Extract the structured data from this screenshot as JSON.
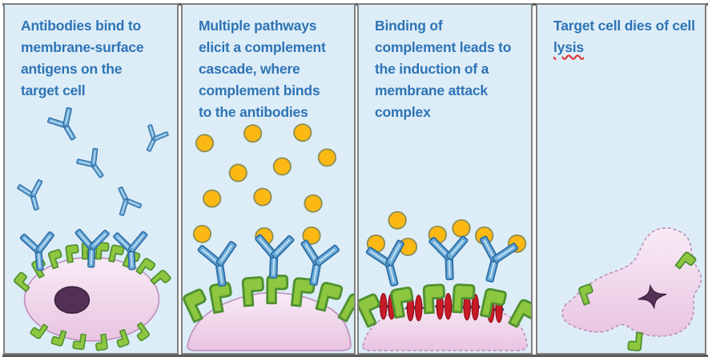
{
  "figure": {
    "name": "complement-dependent-cytotoxicity-diagram",
    "panels": [
      {
        "name": "antibody-binding",
        "caption": "Antibodies bind to\nmembrane-surface\nantigens on the\ntarget cell",
        "elements": {
          "antibodies_floating": 5,
          "antibodies_bound": 3,
          "antigens": 16,
          "target_cell": 1,
          "nucleus": 1
        }
      },
      {
        "name": "complement-cascade",
        "caption": "Multiple pathways\nelicit a complement\ncascade, where\ncomplement binds\nto the antibodies",
        "elements": {
          "complement_molecules": 12,
          "antibodies_bound": 3,
          "antigens": 7,
          "target_cell": 1
        }
      },
      {
        "name": "membrane-attack-complex",
        "caption": "Binding of\ncomplement leads to\nthe induction of a\nmembrane attack\ncomplex",
        "elements": {
          "complement_molecules": 7,
          "antibodies_bound": 3,
          "antigens": 6,
          "membrane_attack_complexes": 5,
          "target_cell": 1
        }
      },
      {
        "name": "cell-lysis",
        "caption": "Target cell dies of cell",
        "caption_underlined_word": "lysis",
        "elements": {
          "lysed_cell": 1,
          "condensed_nucleus": 1,
          "antigens": 3
        }
      }
    ],
    "colors": {
      "panel_bg": "#ddedf8",
      "panel_border": "#7f7f7f",
      "frame_line": "#5a5a5a",
      "caption_text": "#2e74b5",
      "spellcheck_underline": "#e02b2b",
      "antibody_fill": "#6cabd8",
      "antibody_stroke": "#2c6da5",
      "antibody_highlight": "#bcdcf0",
      "antigen_fill": "#8dc63f",
      "antigen_stroke": "#4f9132",
      "complement_fill": "#fcb813",
      "complement_stroke": "#8e8f55",
      "cell_fill_light": "#f8ebf6",
      "cell_fill_dark": "#e9c4e1",
      "cell_stroke": "#bd8fbb",
      "nucleus_fill": "#533054",
      "nucleus_stroke": "#3a1f3e",
      "mac_fill": "#c81a25",
      "mac_stroke": "#8d0f1b",
      "mac_core": "#2c3e6b"
    }
  }
}
